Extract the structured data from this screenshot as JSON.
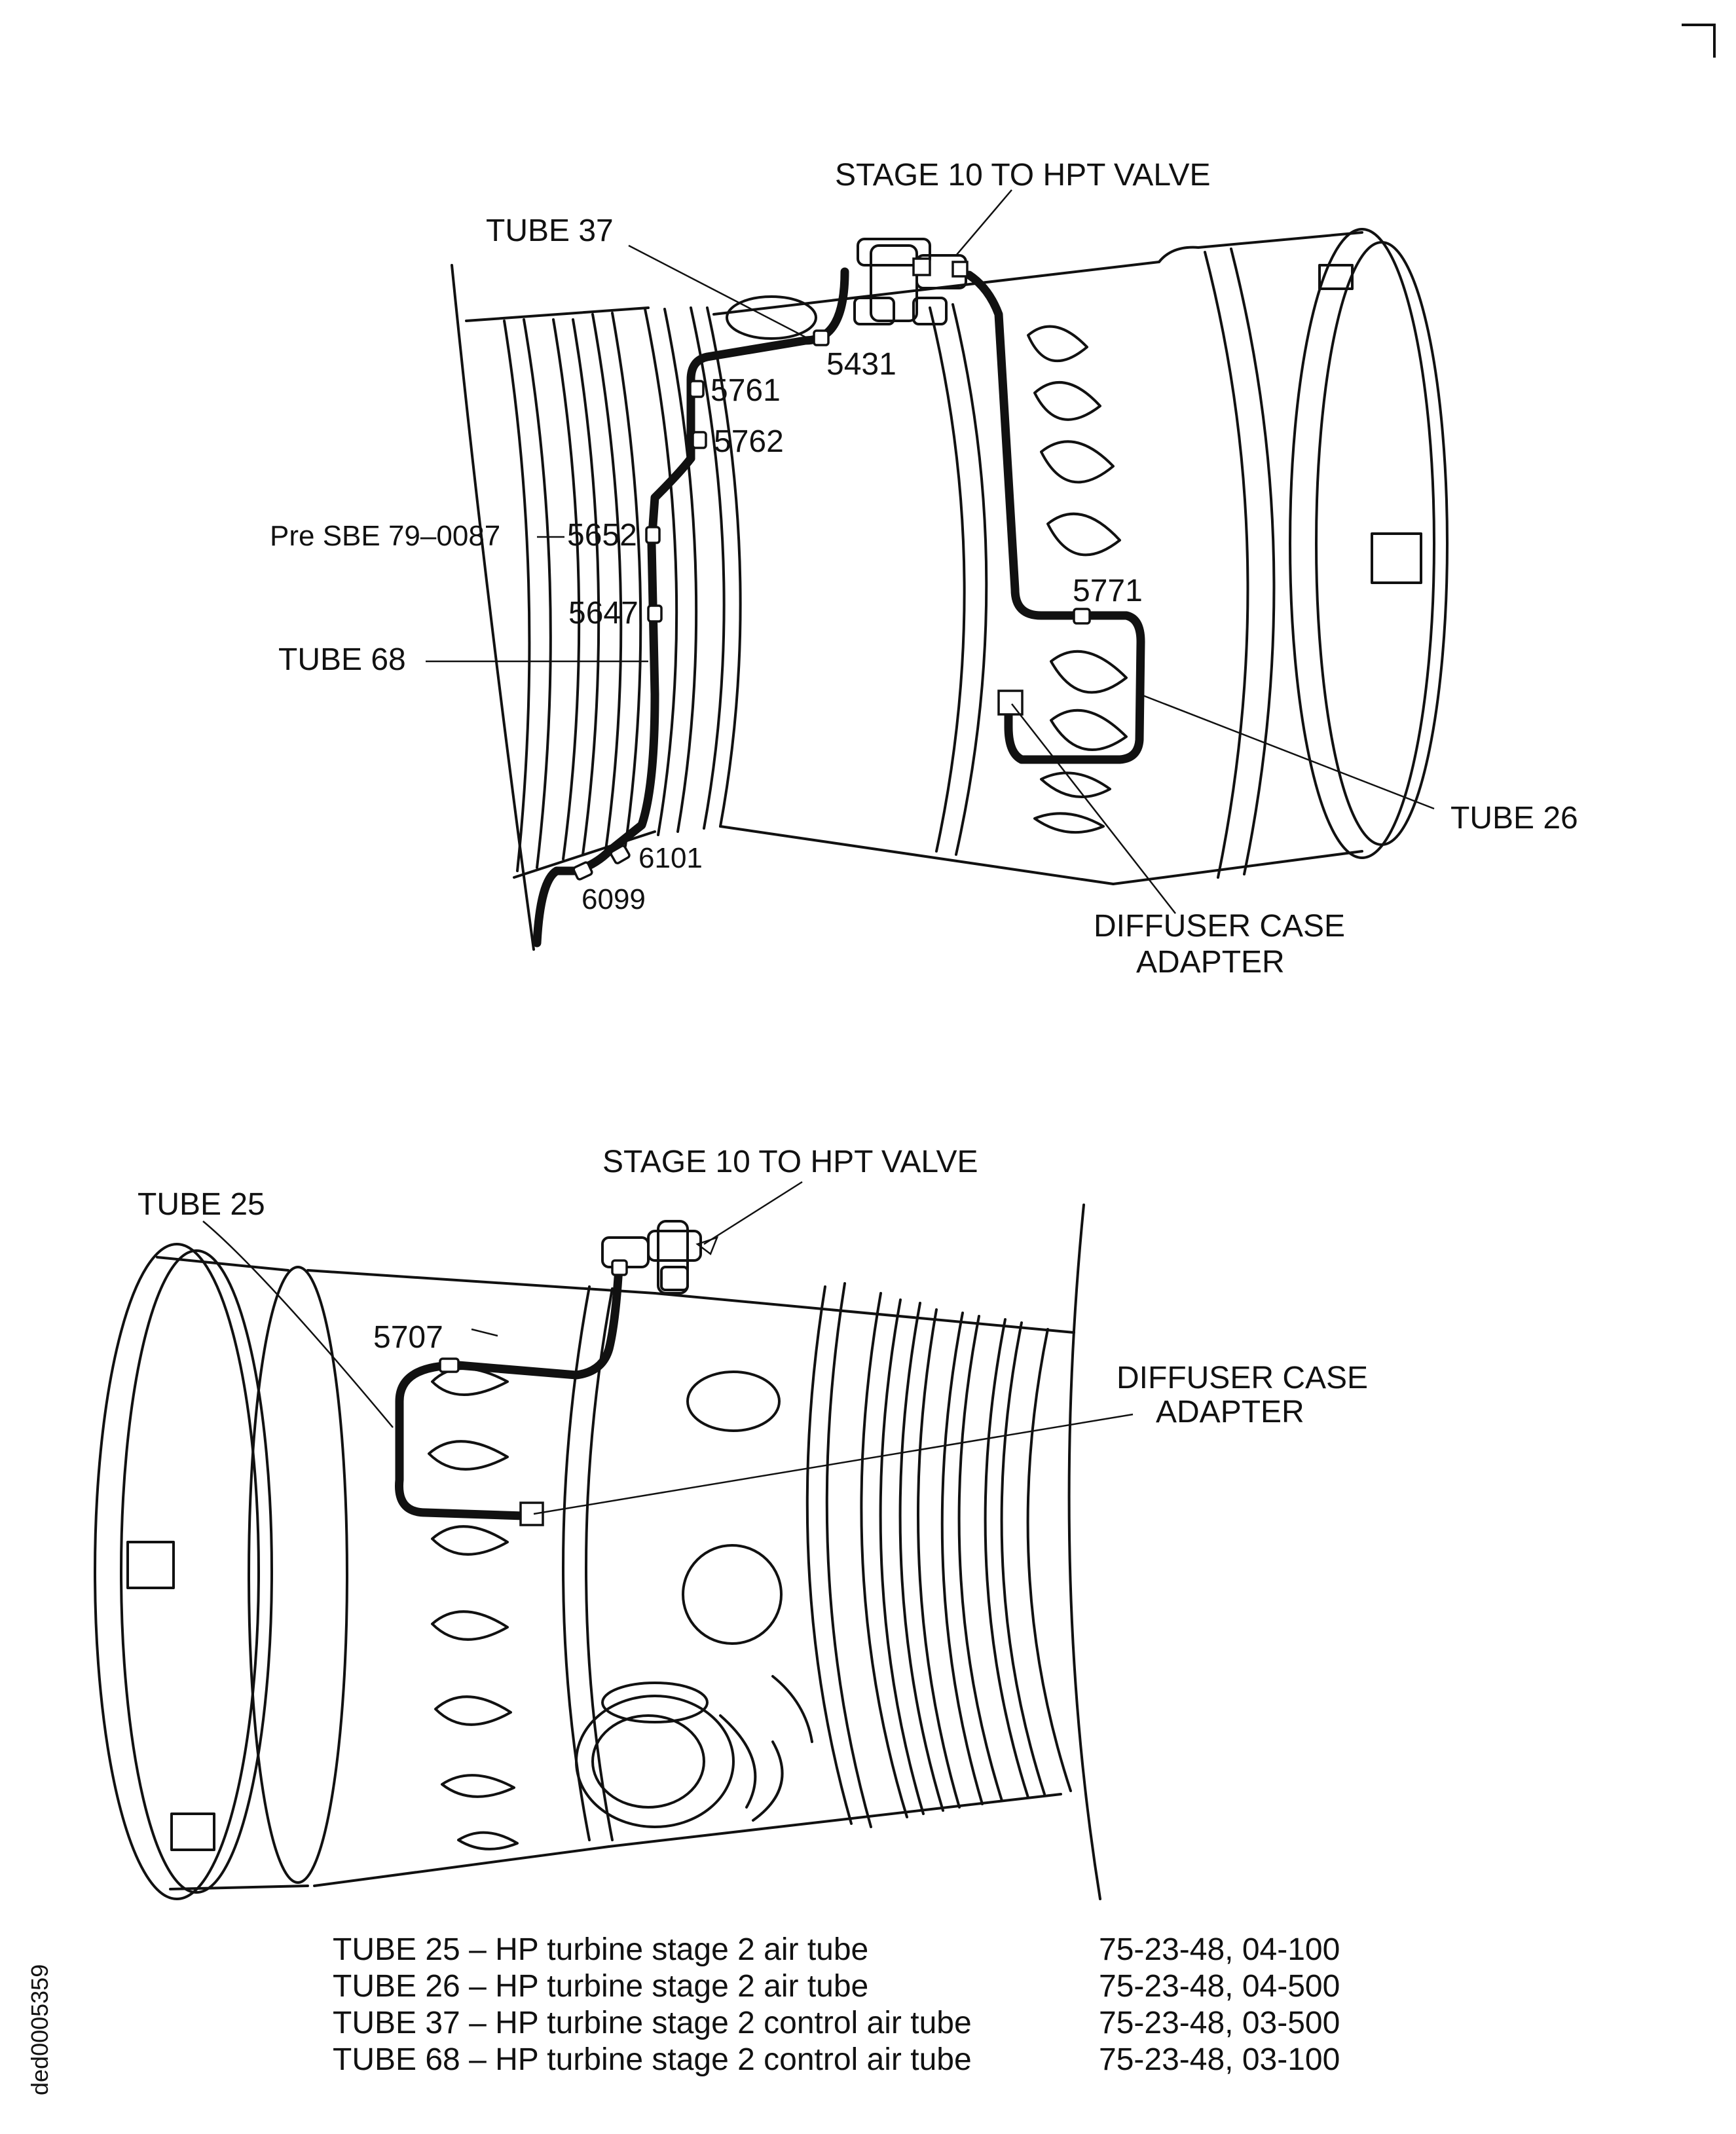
{
  "top_view": {
    "labels": {
      "valve": "STAGE 10 TO HPT VALVE",
      "tube37": "TUBE 37",
      "n5431": "5431",
      "n5761": "5761",
      "n5762": "5762",
      "pre_sbe": "Pre SBE 79–0087",
      "n5652": "5652",
      "n5647": "5647",
      "tube68": "TUBE 68",
      "n5771": "5771",
      "tube26": "TUBE 26",
      "n6101": "6101",
      "n6099": "6099",
      "adapter_line1": "DIFFUSER CASE",
      "adapter_line2": "ADAPTER"
    }
  },
  "bottom_view": {
    "labels": {
      "valve": "STAGE 10 TO HPT VALVE",
      "tube25": "TUBE 25",
      "n5707": "5707",
      "adapter_line1": "DIFFUSER CASE",
      "adapter_line2": "ADAPTER"
    }
  },
  "legend": [
    {
      "tube": "TUBE 25 – HP turbine stage 2 air tube",
      "ref": "75-23-48, 04-100"
    },
    {
      "tube": "TUBE 26 – HP turbine stage 2 air tube",
      "ref": "75-23-48, 04-500"
    },
    {
      "tube": "TUBE 37 – HP turbine stage 2 control air tube",
      "ref": "75-23-48, 03-500"
    },
    {
      "tube": "TUBE 68 – HP turbine stage 2 control air tube",
      "ref": "75-23-48, 03-100"
    }
  ],
  "document_id": "ded0005359"
}
